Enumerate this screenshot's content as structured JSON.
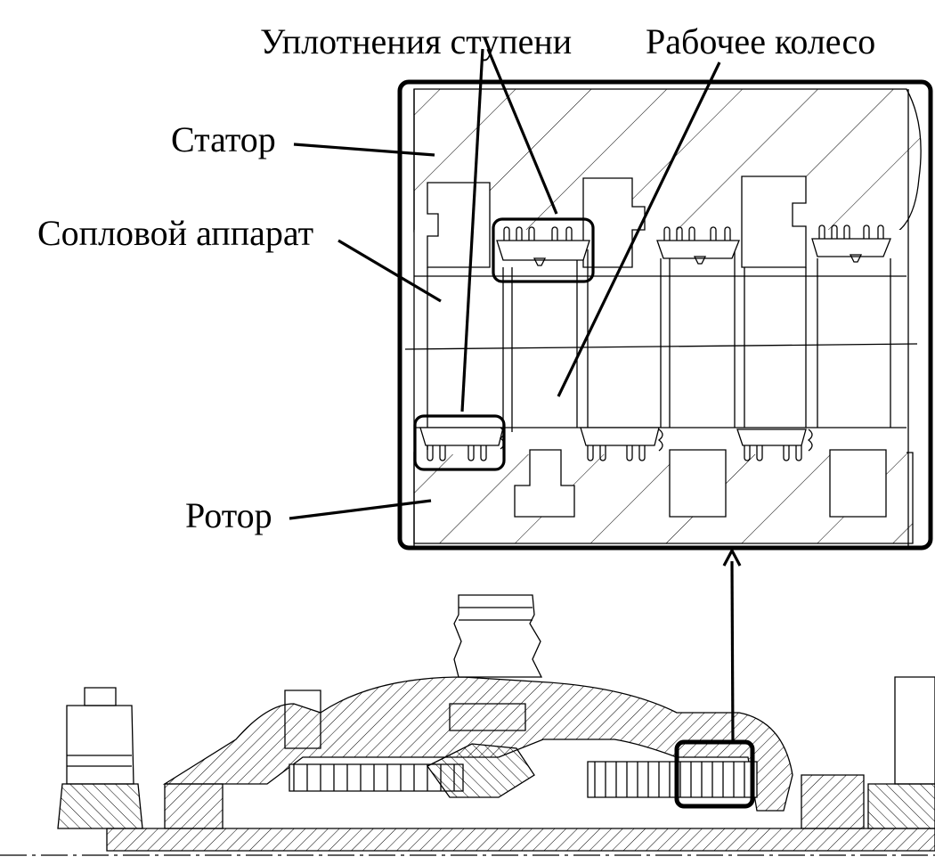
{
  "labels": {
    "stage_seals": "Уплотнения ступени",
    "rotor_wheel": "Рабочее колесо",
    "stator": "Статор",
    "nozzle": "Сопловой аппарат",
    "rotor": "Ротор"
  }
}
